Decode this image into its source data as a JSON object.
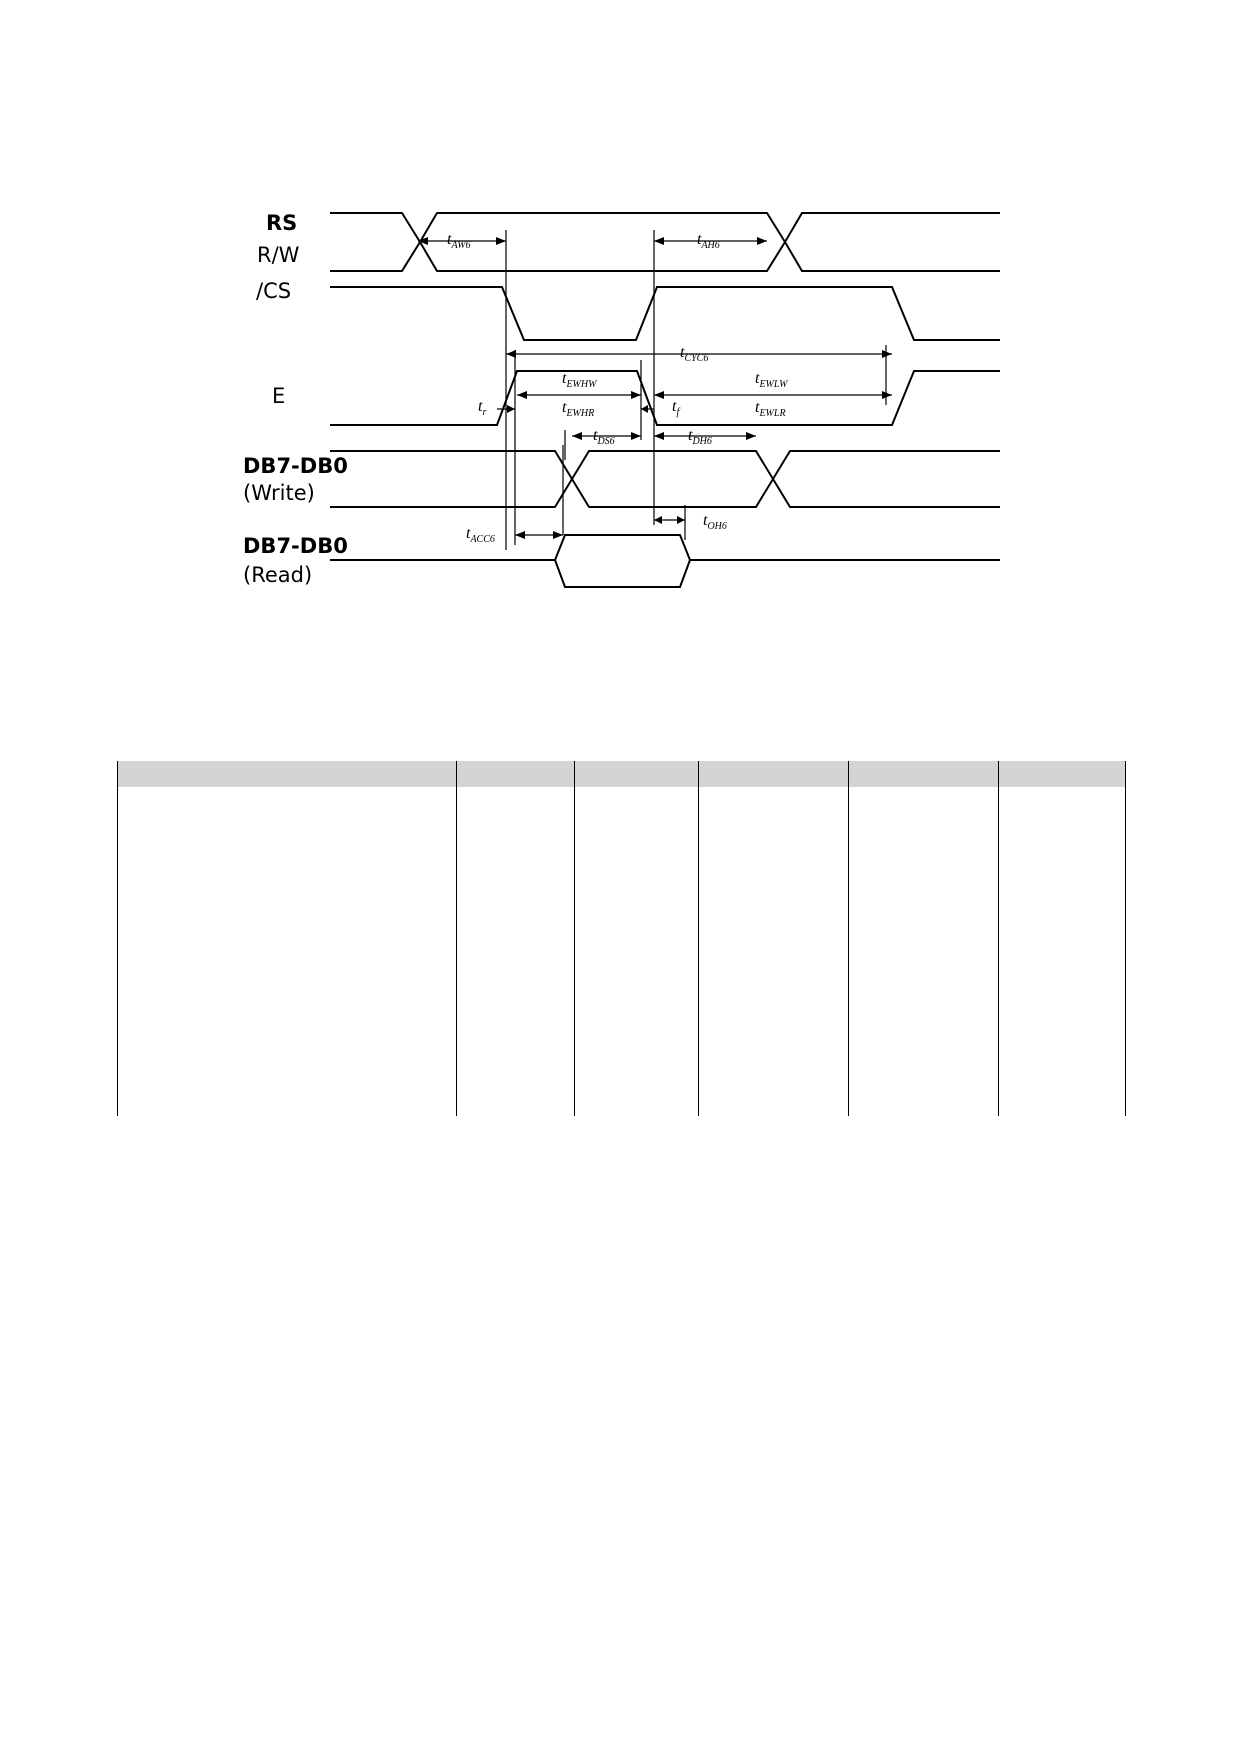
{
  "diagram": {
    "signals": {
      "rs": "RS",
      "rw": "R/W",
      "cs": "/CS",
      "e": "E",
      "db_write": "DB7-DB0",
      "db_write_mode": "(Write)",
      "db_read": "DB7-DB0",
      "db_read_mode": "(Read)"
    },
    "timing_params": {
      "taw": {
        "t": "t",
        "sub": "AW6"
      },
      "tah": {
        "t": "t",
        "sub": "AH6"
      },
      "tcyc": {
        "t": "t",
        "sub": "CYC6"
      },
      "tewhw": {
        "t": "t",
        "sub": "EWHW"
      },
      "tewhr": {
        "t": "t",
        "sub": "EWHR"
      },
      "tewlw": {
        "t": "t",
        "sub": "EWLW"
      },
      "tewlr": {
        "t": "t",
        "sub": "EWLR"
      },
      "tr": {
        "t": "t",
        "sub": "r"
      },
      "tf": {
        "t": "t",
        "sub": "f"
      },
      "tds": {
        "t": "t",
        "sub": "DS6"
      },
      "tdh": {
        "t": "t",
        "sub": "DH6"
      },
      "tacc": {
        "t": "t",
        "sub": "ACC6"
      },
      "toh": {
        "t": "t",
        "sub": "OH6"
      }
    }
  },
  "table": {
    "columns": [
      "",
      "",
      "",
      "",
      "",
      ""
    ],
    "rows": [
      [
        "",
        "",
        "",
        "",
        "",
        ""
      ]
    ]
  }
}
